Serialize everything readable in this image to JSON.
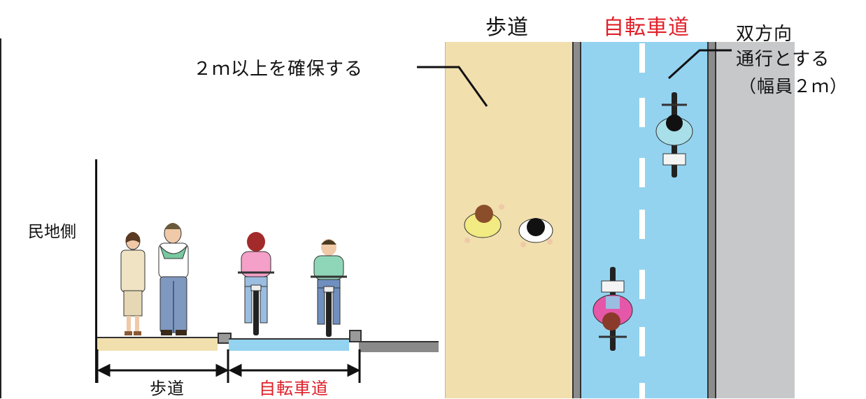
{
  "labels": {
    "plan_sidewalk": "歩道",
    "plan_bikelane": "自転車道",
    "two_way_line1": "双方向",
    "two_way_line2": "通行とする",
    "two_way_line3": "（幅員２ｍ）",
    "min_width_note": "２ｍ以上を確保する",
    "private_land_side": "民地側",
    "section_sidewalk": "歩道",
    "section_bikelane": "自転車道"
  },
  "colors": {
    "sidewalk": "#f1dfae",
    "bikelane": "#93d3f0",
    "road": "#c6c8ca",
    "curb": "#8c8c8c",
    "accent_red": "#e0202a"
  },
  "icons": [
    "pedestrian-woman-side-icon",
    "pedestrian-man-side-icon",
    "cyclist-pink-rear-icon",
    "cyclist-green-rear-icon",
    "pedestrian-top-view-icon",
    "cyclist-top-view-icon"
  ]
}
